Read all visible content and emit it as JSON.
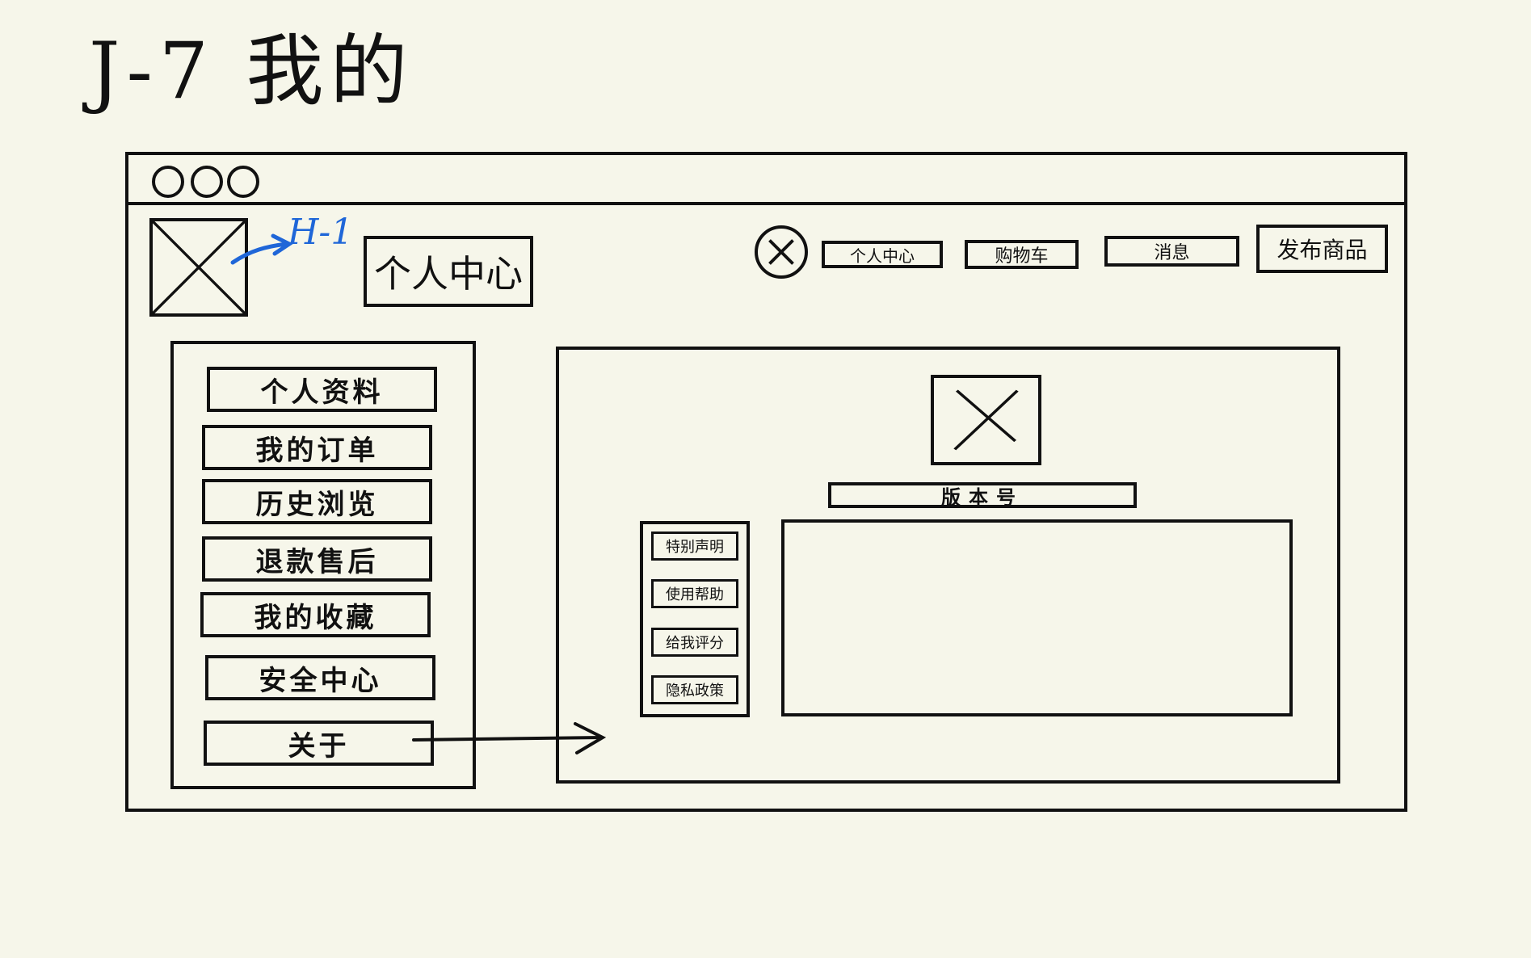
{
  "title": "J-7 我的",
  "annotation": "H-1",
  "header": {
    "page_name": "个人中心",
    "nav": [
      "个人中心",
      "购物车",
      "消息",
      "发布商品"
    ]
  },
  "sidebar": {
    "items": [
      "个人资料",
      "我的订单",
      "历史浏览",
      "退款售后",
      "我的收藏",
      "安全中心",
      "关于"
    ]
  },
  "about_panel": {
    "version_label": "版本号",
    "links": [
      "特别声明",
      "使用帮助",
      "给我评分",
      "隐私政策"
    ]
  },
  "colors": {
    "ink": "#111111",
    "annotation": "#1f66d8",
    "paper": "#f6f6ea"
  }
}
